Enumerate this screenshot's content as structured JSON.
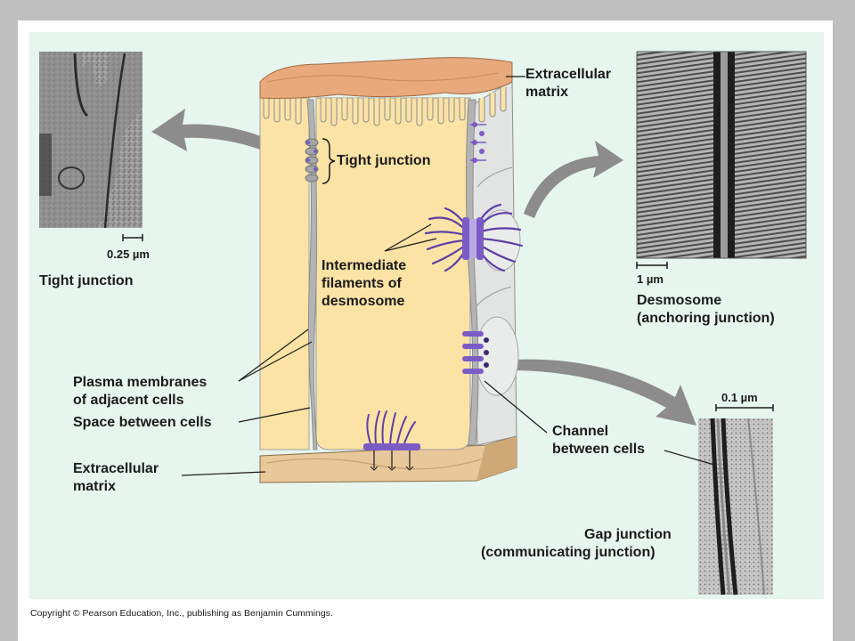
{
  "labels": {
    "ecm_top_line1": "Extracellular",
    "ecm_top_line2": "matrix",
    "tight_junction_callout": "Tight junction",
    "tight_junction_caption": "Tight junction",
    "tight_scale": "0.25 µm",
    "intermediate_line1": "Intermediate",
    "intermediate_line2": "filaments of",
    "intermediate_line3": "desmosome",
    "desmosome_scale": "1 µm",
    "desmosome_line1": "Desmosome",
    "desmosome_line2": "(anchoring junction)",
    "plasma_line1": "Plasma membranes",
    "plasma_line2": "of adjacent cells",
    "space_between": "Space between cells",
    "ecm_bottom_line1": "Extracellular",
    "ecm_bottom_line2": "matrix",
    "channel_line1": "Channel",
    "channel_line2": "between cells",
    "gap_scale": "0.1 µm",
    "gap_line1": "Gap junction",
    "gap_line2": "(communicating junction)"
  },
  "copyright": "Copyright © Pearson Education, Inc., publishing as Benjamin Cummings.",
  "colors": {
    "background": "#e6f5ee",
    "cell": "#fbe3a6",
    "membrane": "#a9a9a9",
    "matrix_top": "#e8a97c",
    "matrix_bottom": "#e8c79a",
    "protein": "#7b5bc4",
    "arrow": "#8c8c8c"
  }
}
